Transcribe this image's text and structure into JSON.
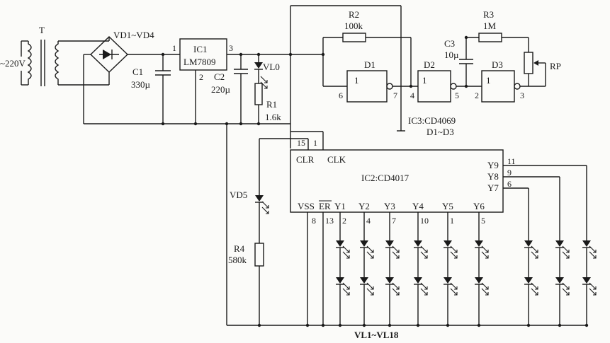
{
  "mains": {
    "voltage": "~220V",
    "transformer": "T"
  },
  "bridge": {
    "label": "VD1~VD4"
  },
  "c1": {
    "name": "C1",
    "value": "330µ"
  },
  "ic1": {
    "name": "IC1",
    "part": "LM7809",
    "pin_in": "1",
    "pin_gnd": "2",
    "pin_out": "3"
  },
  "c2": {
    "name": "C2",
    "value": "220µ"
  },
  "vl0": {
    "name": "VL0"
  },
  "r1": {
    "name": "R1",
    "value": "1.6k"
  },
  "r2": {
    "name": "R2",
    "value": "100k"
  },
  "r3": {
    "name": "R3",
    "value": "1M"
  },
  "c3": {
    "name": "C3",
    "value": "10µ"
  },
  "rp": {
    "name": "RP"
  },
  "gates": {
    "d1": {
      "name": "D1",
      "num": "1",
      "pin_in": "6",
      "pin_out": "7"
    },
    "d2": {
      "name": "D2",
      "num": "1",
      "pin_in": "4",
      "pin_out": "5"
    },
    "d3": {
      "name": "D3",
      "num": "1",
      "pin_in": "2",
      "pin_out": "3"
    }
  },
  "ic3": {
    "label": "IC3:CD4069",
    "sub": "D1~D3"
  },
  "ic2": {
    "label": "IC2:CD4017",
    "clr": "CLR",
    "clk": "CLK",
    "pin_clr": "15",
    "pin_clk": "1",
    "vss": "VSS",
    "er": "ER",
    "bottom_outputs": [
      {
        "name": "Y1",
        "pin": "2"
      },
      {
        "name": "Y2",
        "pin": "4"
      },
      {
        "name": "Y3",
        "pin": "7"
      },
      {
        "name": "Y4",
        "pin": "10"
      },
      {
        "name": "Y5",
        "pin": "1"
      },
      {
        "name": "Y6",
        "pin": "5"
      }
    ],
    "pin_vss": "8",
    "pin_er": "13",
    "right_outputs": [
      {
        "name": "Y9",
        "pin": "11"
      },
      {
        "name": "Y8",
        "pin": "9"
      },
      {
        "name": "Y7",
        "pin": "6"
      }
    ]
  },
  "vd5": {
    "name": "VD5"
  },
  "r4": {
    "name": "R4",
    "value": "580k"
  },
  "leds": {
    "label": "VL1~VL18"
  }
}
